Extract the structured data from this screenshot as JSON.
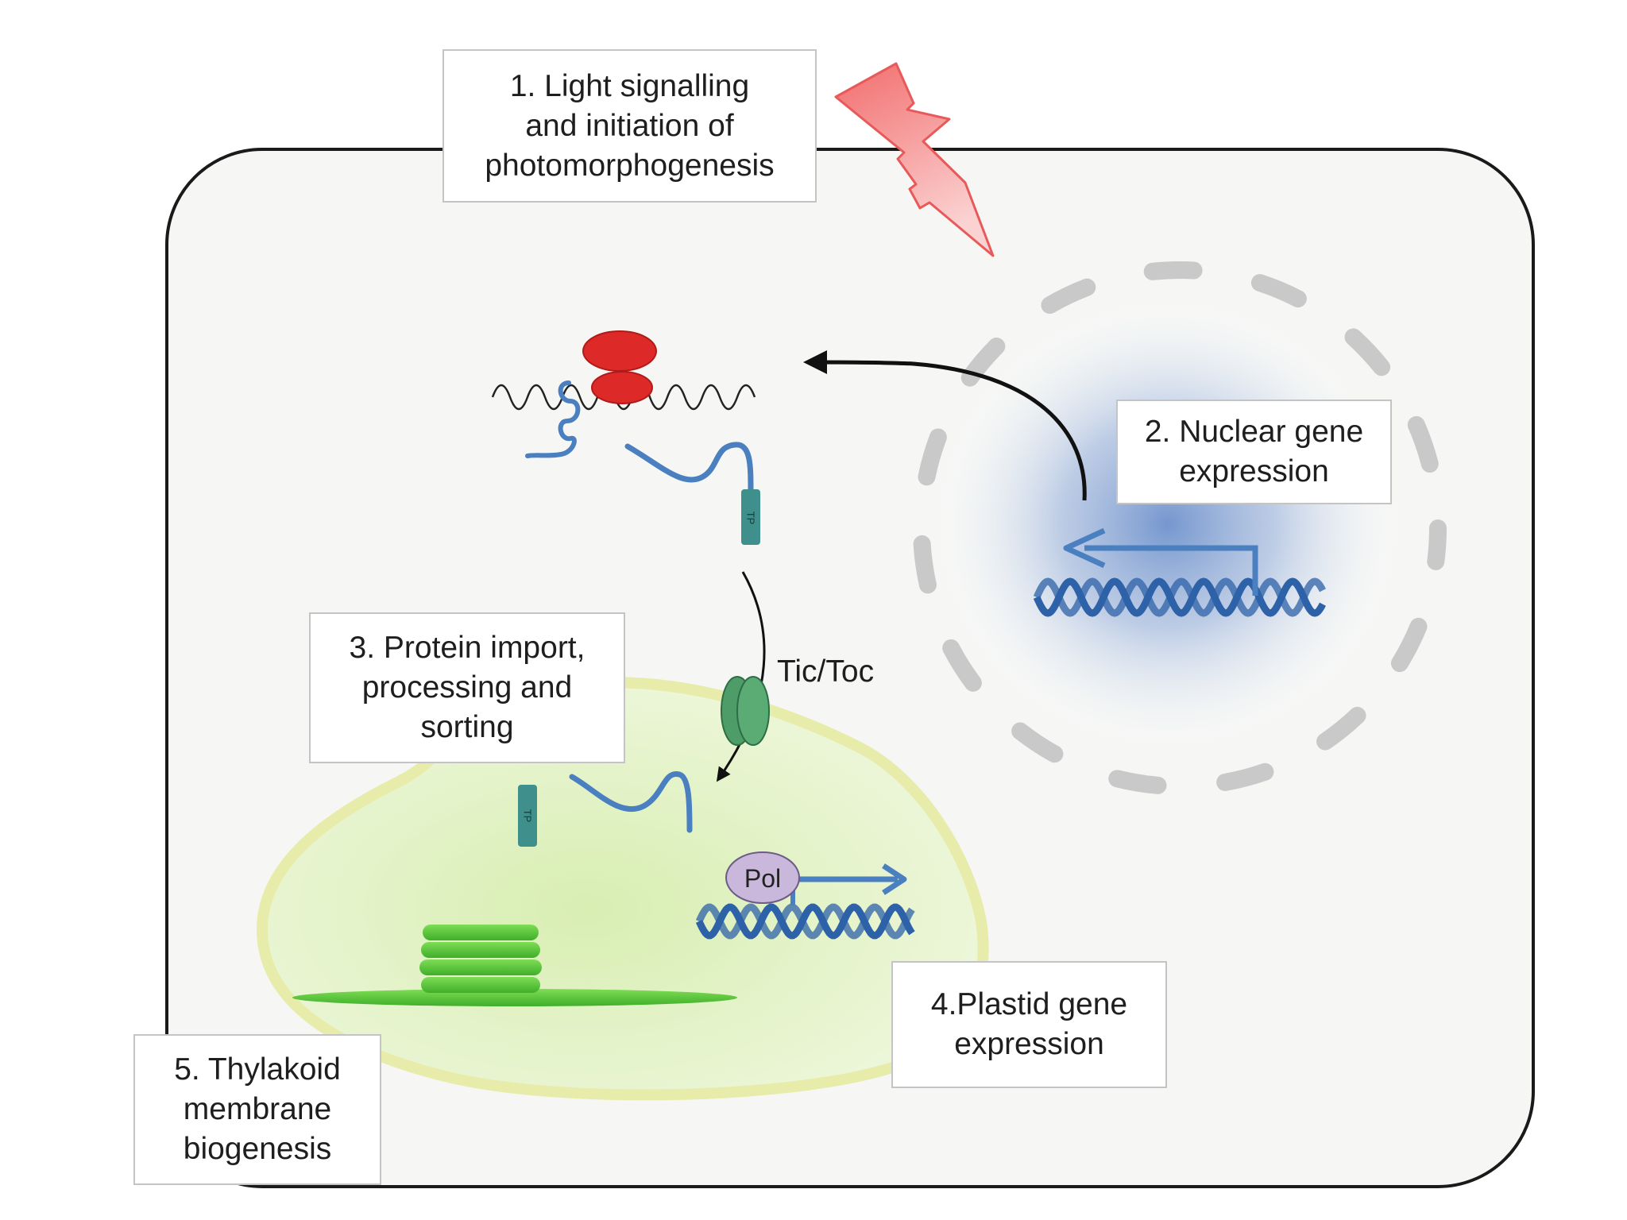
{
  "labels": {
    "step1": [
      "1. Light signalling",
      "and initiation of",
      "photomorphogenesis"
    ],
    "step2": [
      "2. Nuclear gene",
      "expression"
    ],
    "step3": [
      "3. Protein import,",
      "processing and",
      "sorting"
    ],
    "step4": [
      "4.Plastid gene",
      "expression"
    ],
    "step5": [
      "5. Thylakoid",
      "membrane",
      "biogenesis"
    ],
    "tic_toc": "Tic/Toc",
    "pol": "Pol",
    "tp": "TP"
  },
  "icons": {
    "lightning": "lightning-bolt-icon",
    "ribosome": "ribosome-icon",
    "dna": "dna-helix-icon",
    "transporter": "tic-toc-transporter-icon"
  },
  "colors": {
    "cell_outline": "#1a1a1a",
    "cell_fill": "#f6f7f5",
    "lightning_stroke": "#e85a5a",
    "lightning_fill": "#f7a4a4",
    "ribosome": "#dd2a28",
    "mrna": "#222222",
    "peptide": "#4a7fc0",
    "transit_peptide": "#3f8f8c",
    "nuclear_envelope": "#c9c9c9",
    "nuclear_glow": "#5f86c8",
    "dna": "#2e62a8",
    "chloroplast_outline": "#e8ecab",
    "chloroplast_fill": "#e7f4cc",
    "tic_toc": "#4e9c68",
    "pol_fill": "#c9b7dc",
    "thylakoid": "#5cc43a",
    "arrow_black": "#111111",
    "arrow_blue": "#4a7fc0"
  }
}
